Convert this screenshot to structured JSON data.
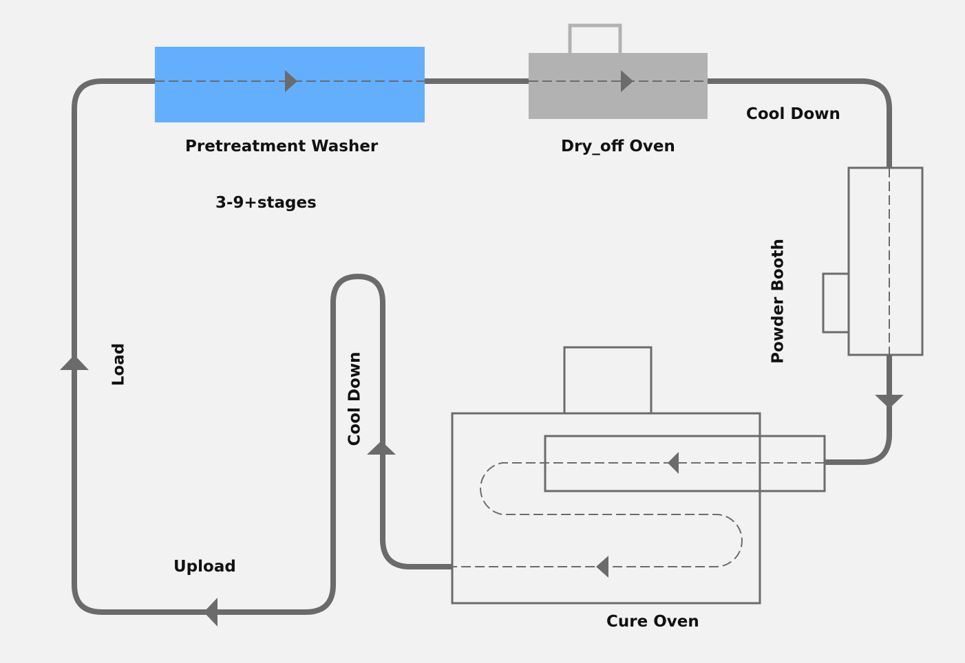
{
  "colors": {
    "background": "#f2f2f2",
    "conveyor": "#6b6b6b",
    "washer_fill": "#64aefe",
    "dryoff_fill": "#b2b2b2",
    "outline": "#6b6b6b"
  },
  "labels": {
    "pretreatment_washer": "Pretreatment Washer",
    "stages": "3-9+stages",
    "dryoff_oven": "Dry_off Oven",
    "cool_down_top": "Cool Down",
    "powder_booth": "Powder Booth",
    "cure_oven": "Cure Oven",
    "cool_down_middle": "Cool Down",
    "load": "Load",
    "upload": "Upload"
  },
  "icons": {
    "flow_arrow": "triangle-arrow-icon"
  }
}
